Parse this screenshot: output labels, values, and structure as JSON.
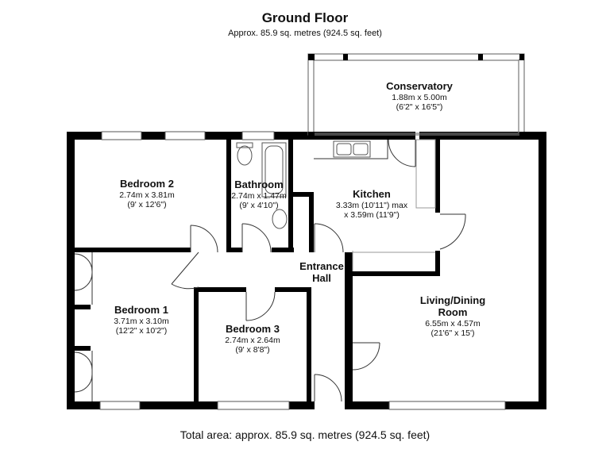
{
  "header": {
    "title": "Ground Floor",
    "subtitle": "Approx. 85.9 sq. metres (924.5 sq. feet)"
  },
  "rooms": {
    "conservatory": {
      "name": "Conservatory",
      "metric": "1.88m x 5.00m",
      "imperial": "(6'2\" x 16'5\")"
    },
    "bedroom2": {
      "name": "Bedroom 2",
      "metric": "2.74m x 3.81m",
      "imperial": "(9' x 12'6\")"
    },
    "bathroom": {
      "name": "Bathroom",
      "metric": "2.74m x 1.47m",
      "imperial": "(9' x 4'10\")"
    },
    "kitchen": {
      "name": "Kitchen",
      "metric": "3.33m (10'11\") max",
      "imperial": "x 3.59m (11'9\")"
    },
    "entrance_hall": {
      "name_line1": "Entrance",
      "name_line2": "Hall"
    },
    "bedroom1": {
      "name": "Bedroom 1",
      "metric": "3.71m x 3.10m",
      "imperial": "(12'2\" x 10'2\")"
    },
    "bedroom3": {
      "name": "Bedroom 3",
      "metric": "2.74m x 2.64m",
      "imperial": "(9' x 8'8\")"
    },
    "living_dining": {
      "name_line1": "Living/Dining",
      "name_line2": "Room",
      "metric": "6.55m x 4.57m",
      "imperial": "(21'6\" x 15')"
    }
  },
  "footer": {
    "total": "Total area: approx. 85.9 sq. metres (924.5 sq. feet)"
  },
  "colors": {
    "wall": "#000000",
    "background": "#ffffff",
    "glazing": "#888888"
  }
}
